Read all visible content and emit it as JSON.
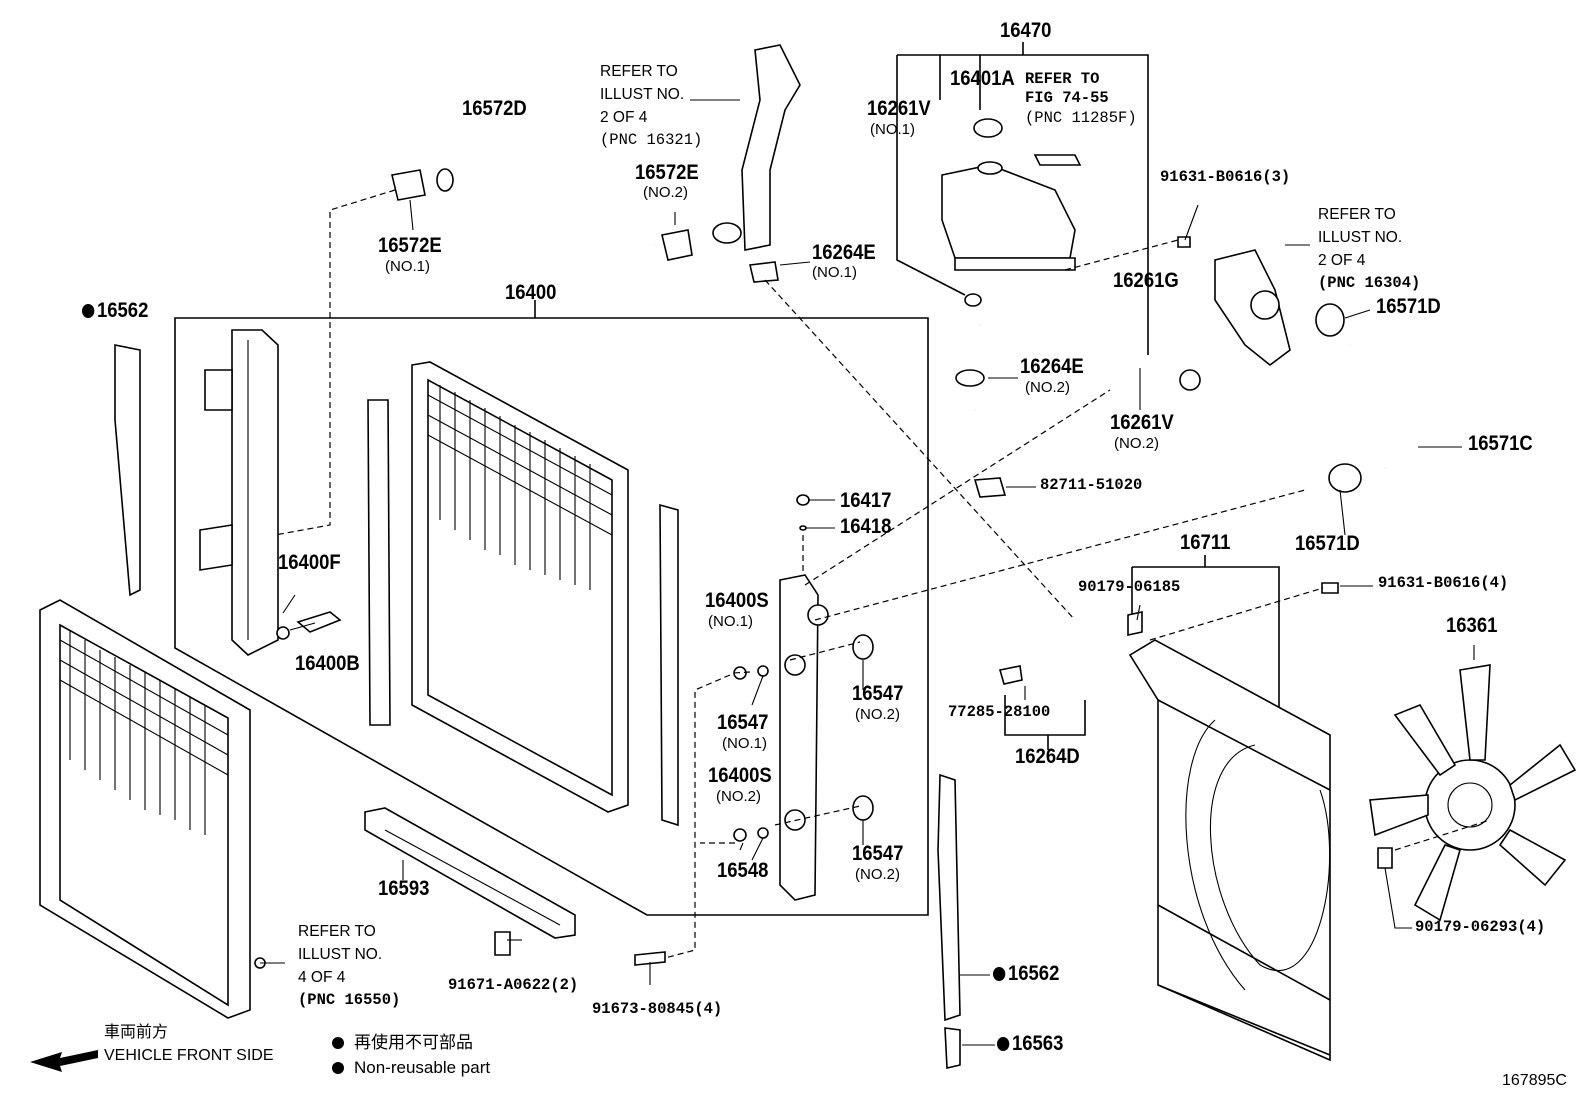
{
  "labels": {
    "p16470": "16470",
    "p16401A": "16401A",
    "ref_fig": "REFER TO",
    "ref_fig2": "FIG 74-55",
    "ref_fig3": "(PNC 11285F)",
    "p16261V_1": "16261V",
    "no1_a": "(NO.1)",
    "p16572D": "16572D",
    "ref_a1": "REFER TO",
    "ref_a2": "ILLUST NO.",
    "ref_a3": "2 OF 4",
    "ref_a4": "(PNC 16321)",
    "p16572E_2": "16572E",
    "no2_a": "(NO.2)",
    "p16572E_1": "16572E",
    "no1_b": "(NO.1)",
    "p16264E_1": "16264E",
    "no1_c": "(NO.1)",
    "b91631_3": "91631-B0616(3)",
    "ref_b1": "REFER TO",
    "ref_b2": "ILLUST NO.",
    "ref_b3": "2 OF 4",
    "ref_b4": "(PNC 16304)",
    "p16571D_a": "16571D",
    "p16261G": "16261G",
    "p16562_a": "16562",
    "p16400": "16400",
    "p16264E_2": "16264E",
    "no2_b": "(NO.2)",
    "p16261V_2": "16261V",
    "no2_c": "(NO.2)",
    "p16571C": "16571C",
    "p82711": "82711-51020",
    "p16417": "16417",
    "p16418": "16418",
    "p16571D_b": "16571D",
    "p16711": "16711",
    "p90179_06185": "90179-06185",
    "b91631_4": "91631-B0616(4)",
    "p16400F": "16400F",
    "p16400S_1": "16400S",
    "no1_d": "(NO.1)",
    "p16361": "16361",
    "p16547_a": "16547",
    "no2_d": "(NO.2)",
    "p16400B": "16400B",
    "p16547_b": "16547",
    "no1_e": "(NO.1)",
    "p77285": "77285-28100",
    "p16264D": "16264D",
    "p16400S_2": "16400S",
    "no2_e": "(NO.2)",
    "p16547_c": "16547",
    "no2_f": "(NO.2)",
    "p16548": "16548",
    "p16593": "16593",
    "p90179_06293": "90179-06293(4)",
    "ref_c1": "REFER TO",
    "ref_c2": "ILLUST NO.",
    "ref_c3": "4 OF 4",
    "ref_c4": "(PNC 16550)",
    "p91671": "91671-A0622(2)",
    "p91673": "91673-80845(4)",
    "p16562_b": "16562",
    "p16563": "16563"
  },
  "legend": {
    "front_jp": "車両前方",
    "front_en": "VEHICLE FRONT SIDE",
    "nonreuse_jp": "再使用不可部品",
    "nonreuse_en": "Non-reusable part"
  },
  "figure_id": "167895C"
}
